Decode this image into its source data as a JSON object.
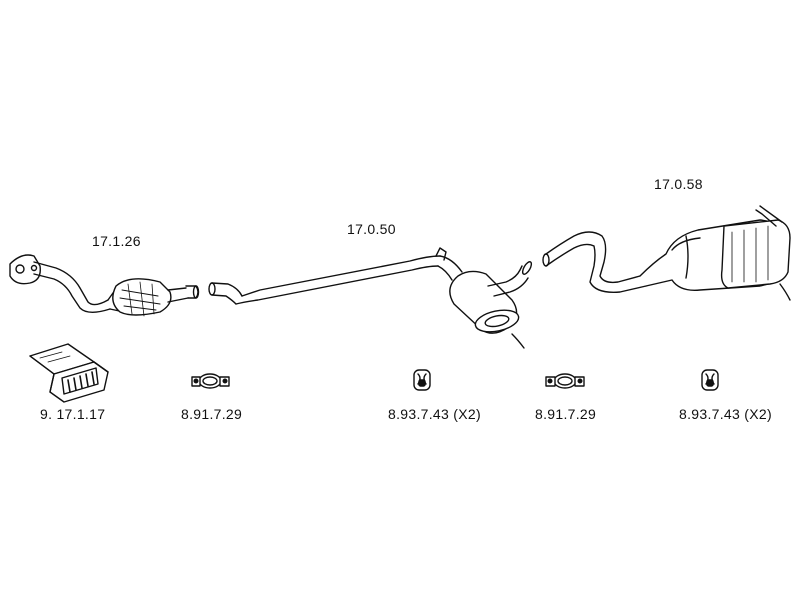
{
  "parts": {
    "catalytic_converter": {
      "code": "17.1.26"
    },
    "middle_silencer": {
      "code": "17.0.50"
    },
    "rear_silencer": {
      "code": "17.0.58"
    },
    "mounting_kit": {
      "code": "9. 17.1.17"
    },
    "clamp_front": {
      "code": "8.91.7.29"
    },
    "hanger_front": {
      "code": "8.93.7.43 (X2)"
    },
    "clamp_rear": {
      "code": "8.91.7.29"
    },
    "hanger_rear": {
      "code": "8.93.7.43 (X2)"
    }
  },
  "colors": {
    "line": "#111111",
    "background": "#ffffff"
  }
}
